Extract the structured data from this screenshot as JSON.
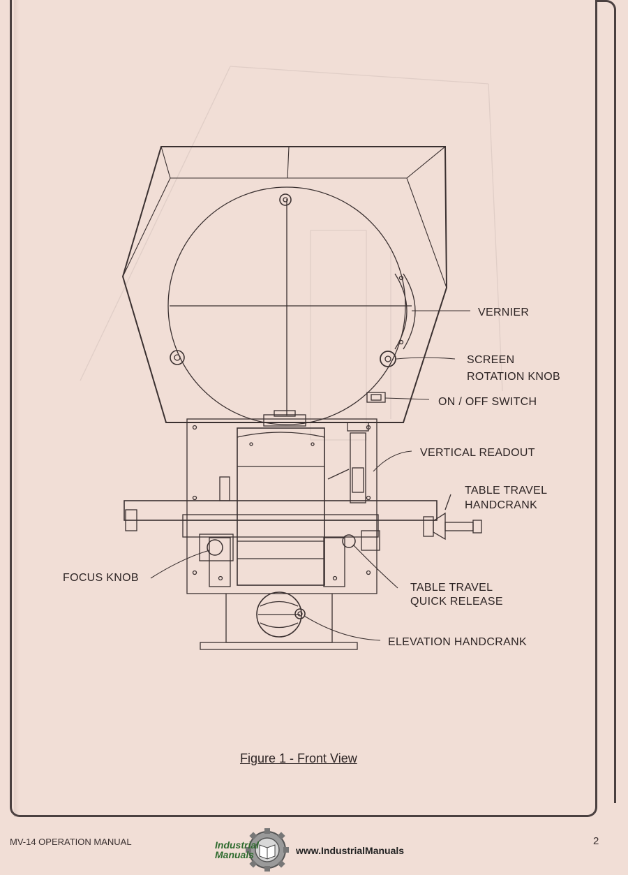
{
  "callouts": {
    "vernier": "VERNIER",
    "screen_rotation_knob_1": "SCREEN",
    "screen_rotation_knob_2": "ROTATION KNOB",
    "on_off_switch": "ON / OFF SWITCH",
    "vertical_readout": "VERTICAL READOUT",
    "table_travel_handcrank_1": "TABLE TRAVEL",
    "table_travel_handcrank_2": "HANDCRANK",
    "focus_knob": "FOCUS KNOB",
    "table_travel_quick_release_1": "TABLE TRAVEL",
    "table_travel_quick_release_2": "QUICK RELEASE",
    "elevation_handcrank": "ELEVATION HANDCRANK"
  },
  "figure_caption": "Figure 1 - Front View",
  "footer": {
    "manual_title": "MV-14 OPERATION MANUAL",
    "page_number": "2",
    "logo_word_1": "Industrial",
    "logo_word_2": "Manuals",
    "website": "www.IndustrialManuals"
  },
  "colors": {
    "paper": "#f1ded6",
    "ink": "#3a3030",
    "logo_green": "#2e6b2e"
  }
}
